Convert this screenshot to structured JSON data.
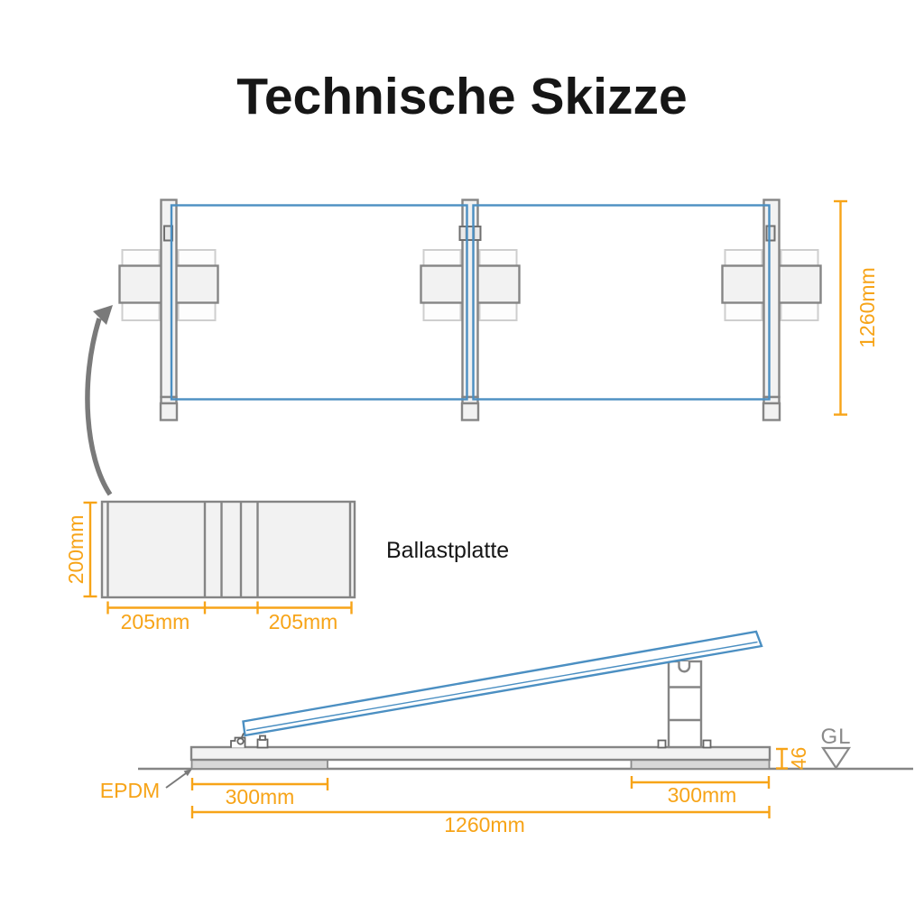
{
  "title": "Technische Skizze",
  "colors": {
    "accent": "#F7A418",
    "blue": "#4B8FC2"
  },
  "top_view": {
    "dim_depth": "1260mm"
  },
  "ballast_detail": {
    "label": "Ballastplatte",
    "dim_height": "200mm",
    "dim_left_half": "205mm",
    "dim_right_half": "205mm"
  },
  "side_view": {
    "pad_material": "EPDM",
    "dim_pad_left": "300mm",
    "dim_pad_right": "300mm",
    "dim_total_length": "1260mm",
    "dim_profile_height": "46",
    "ground_level_label": "GL"
  }
}
